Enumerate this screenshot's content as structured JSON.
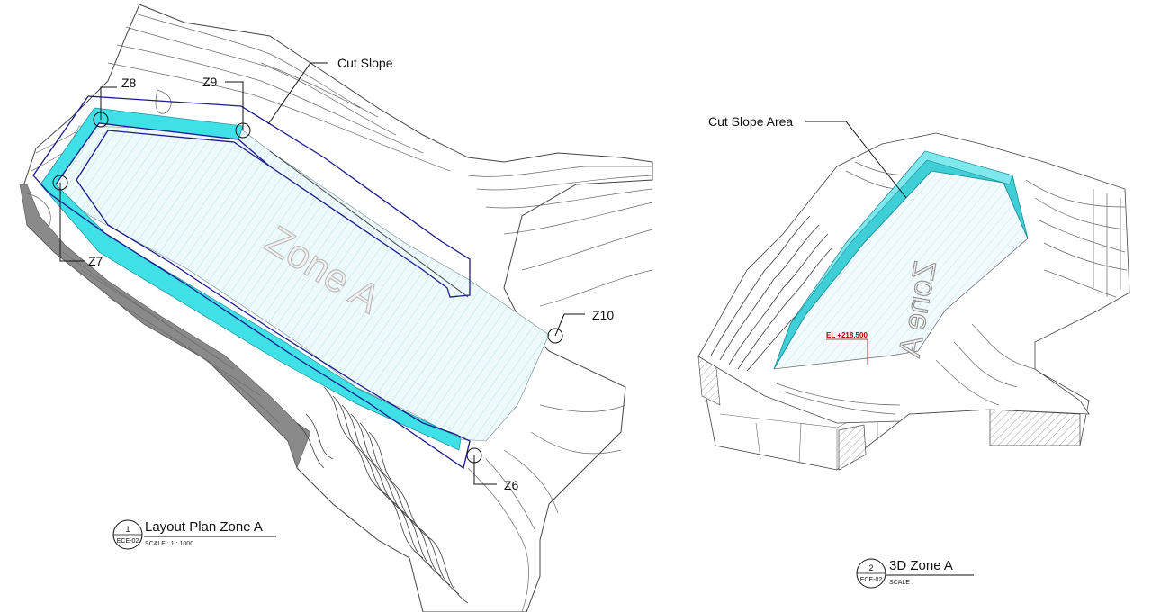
{
  "plan_view": {
    "zone_label": "Zone A",
    "cut_slope_label": "Cut Slope",
    "points": [
      "Z6",
      "Z7",
      "Z8",
      "Z9",
      "Z10"
    ],
    "title": "Layout Plan Zone A",
    "number": "1",
    "sheet_ref": "ECE-02",
    "scale": "SCALE :  1 : 1000"
  },
  "view_3d": {
    "zone_label": "Zone A",
    "cut_slope_label": "Cut Slope Area",
    "elevation": "EL +218.500",
    "title": "3D Zone A",
    "number": "2",
    "sheet_ref": "ECE-02",
    "scale": "SCALE :"
  },
  "colors": {
    "cut_slope": "#3fe0e6",
    "boundary": "#1a1a8c",
    "hatch": "#9fd7de",
    "elevation": "#b00000"
  }
}
